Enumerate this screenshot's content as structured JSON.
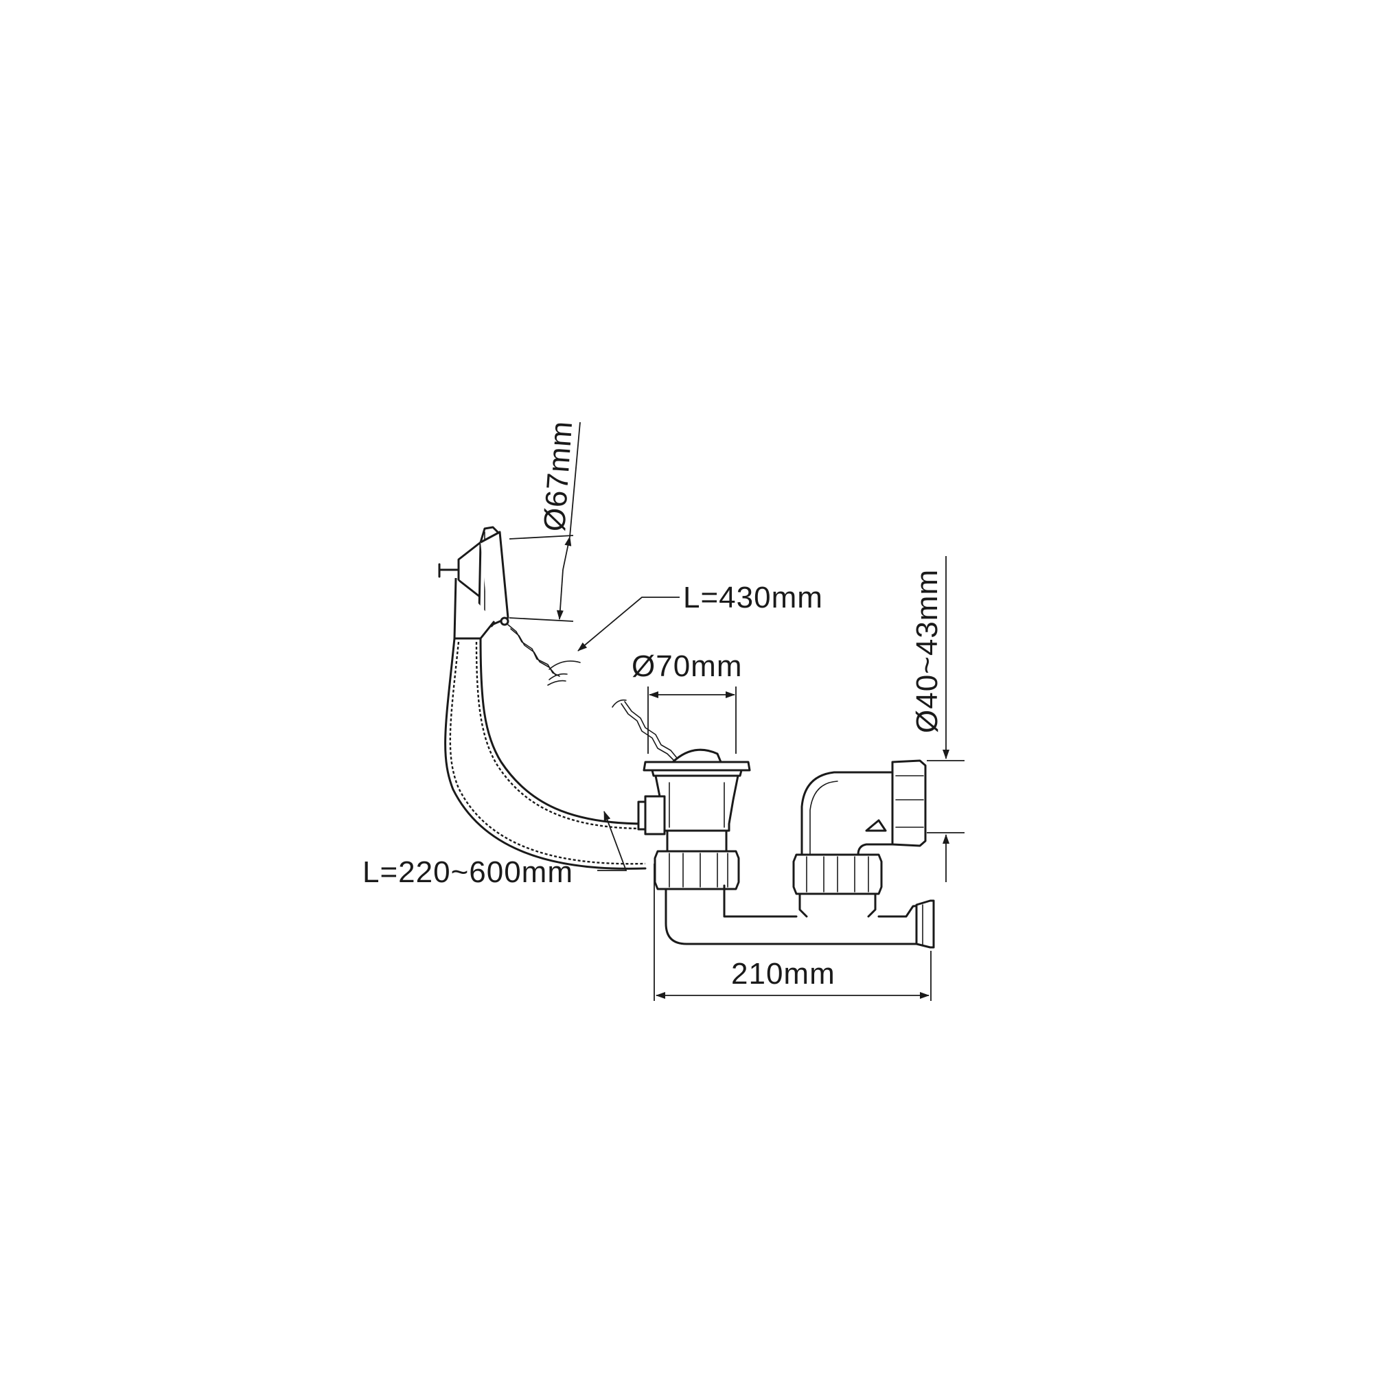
{
  "diagram": {
    "labels": {
      "overflow_diameter": "Ø67mm",
      "chain_length": "L=430mm",
      "waste_diameter": "Ø70mm",
      "outlet_diameter": "Ø40~43mm",
      "hose_length": "L=220~600mm",
      "trap_width": "210mm"
    }
  }
}
